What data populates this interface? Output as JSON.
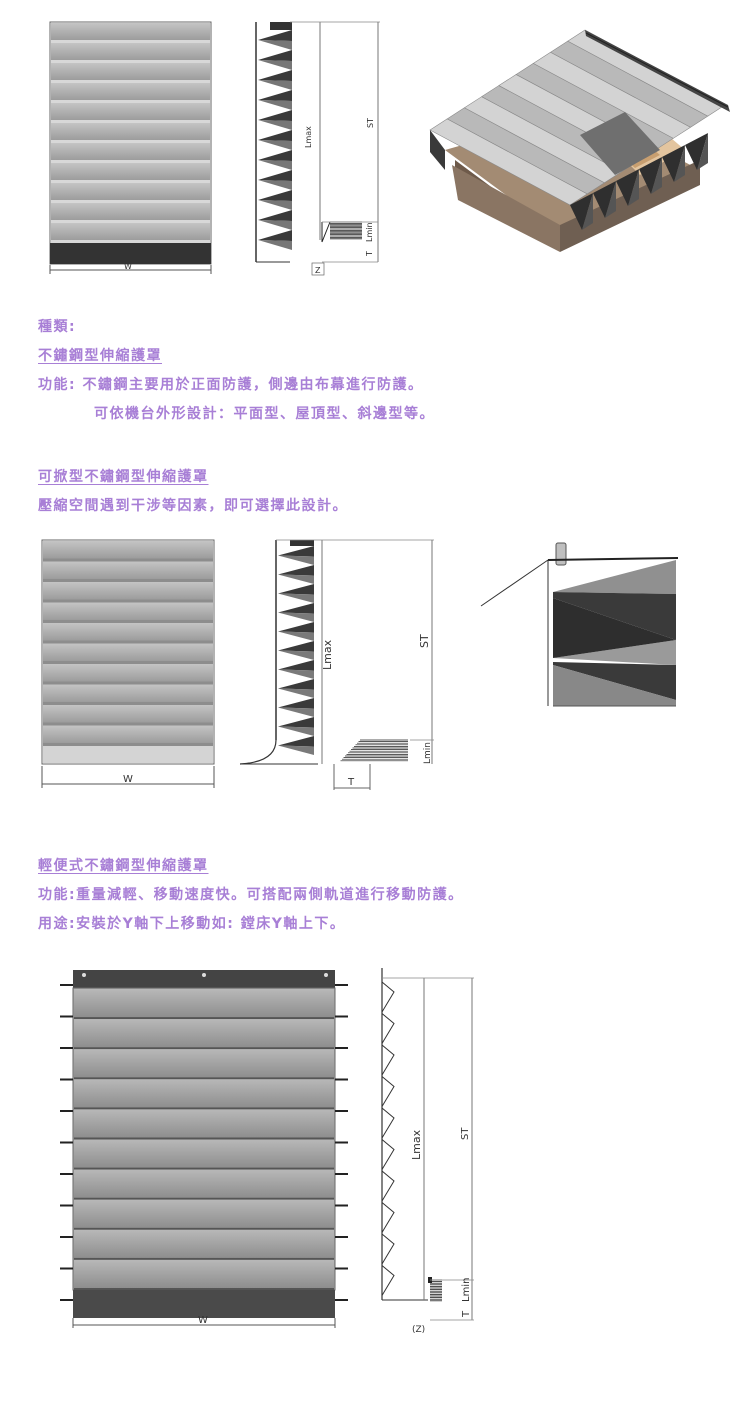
{
  "figure_labels": {
    "w": "W",
    "st": "ST",
    "lmax": "Lmax",
    "lmin": "Lmin",
    "t": "T",
    "z": "Z",
    "z_paren": "(Z)"
  },
  "section1": {
    "heading": "種類:",
    "title": "不鏽鋼型伸縮護罩",
    "function_line": "功能: 不鏽鋼主要用於正面防護，側邊由布幕進行防護。",
    "design_line": "可依機台外形設計：平面型、屋頂型、斜邊型等。"
  },
  "section2": {
    "title": "可掀型不鏽鋼型伸縮護罩",
    "desc": "壓縮空間遇到干涉等因素，即可選擇此設計。"
  },
  "section3": {
    "title": "輕便式不鏽鋼型伸縮護罩",
    "function_line": "功能:重量減輕、移動速度快。可搭配兩側軌道進行移動防護。",
    "usage_line": "用途:安裝於Y軸下上移動如: 鏜床Y軸上下。"
  }
}
